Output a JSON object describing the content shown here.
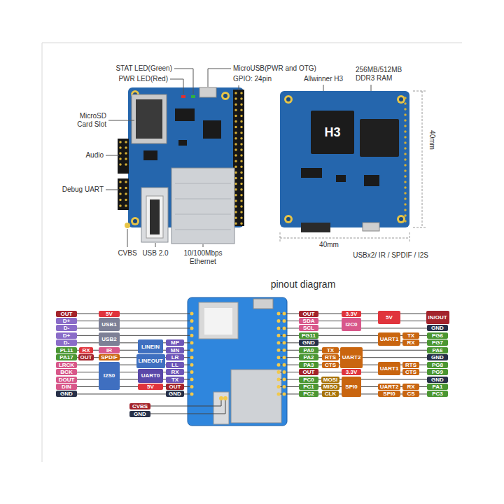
{
  "diagram": {
    "title": "pinout diagram",
    "nodes": [
      {
        "text": [
          "OUT"
        ]
      },
      {
        "text": [
          "5V"
        ]
      },
      {
        "text": [
          "D+"
        ]
      },
      {
        "text": [
          "USB1"
        ]
      },
      {
        "text": [
          "D-"
        ]
      },
      {
        "text": [
          "D+"
        ]
      },
      {
        "text": [
          "USB2"
        ]
      },
      {
        "text": [
          "D-"
        ]
      },
      {
        "text": [
          "PL11"
        ]
      },
      {
        "text": [
          "RX"
        ]
      },
      {
        "text": [
          "IR"
        ]
      },
      {
        "text": [
          "PA17"
        ]
      },
      {
        "text": [
          "OUT"
        ]
      },
      {
        "text": [
          "SPDIF"
        ]
      },
      {
        "text": [
          "LRCK"
        ]
      },
      {
        "text": [
          "I2S0"
        ]
      },
      {
        "text": [
          "BCK"
        ]
      },
      {
        "text": [
          "DOUT"
        ]
      },
      {
        "text": [
          "DIN"
        ]
      },
      {
        "text": [
          "GND"
        ]
      },
      {
        "text": [
          "LINEIN"
        ]
      },
      {
        "text": [
          "MP"
        ]
      },
      {
        "text": [
          "MN"
        ]
      },
      {
        "text": [
          "LINEOUT"
        ]
      },
      {
        "text": [
          "LR"
        ]
      },
      {
        "text": [
          "LL"
        ]
      },
      {
        "text": [
          "UART0"
        ]
      },
      {
        "text": [
          "RX"
        ]
      },
      {
        "text": [
          "TX"
        ]
      },
      {
        "text": [
          "5V"
        ]
      },
      {
        "text": [
          "OUT"
        ]
      },
      {
        "text": [
          "GND"
        ]
      },
      {
        "text": [
          "OUT"
        ]
      },
      {
        "text": [
          "3.3V"
        ]
      },
      {
        "text": [
          "5V"
        ]
      },
      {
        "text": [
          "IN/OUT"
        ]
      },
      {
        "text": [
          "SDA"
        ]
      },
      {
        "text": [
          "I2C0"
        ]
      },
      {
        "text": [
          "SCL"
        ]
      },
      {
        "text": [
          "GND"
        ]
      },
      {
        "text": [
          "PG11"
        ]
      },
      {
        "text": [
          "UART1"
        ]
      },
      {
        "text": [
          "TX"
        ]
      },
      {
        "text": [
          "PG6"
        ]
      },
      {
        "text": [
          "GND"
        ]
      },
      {
        "text": [
          "RX"
        ]
      },
      {
        "text": [
          "PG7"
        ]
      },
      {
        "text": [
          "PA0"
        ]
      },
      {
        "text": [
          "TX"
        ]
      },
      {
        "text": [
          "UART2"
        ]
      },
      {
        "text": [
          "PA6"
        ]
      },
      {
        "text": [
          "PA2"
        ]
      },
      {
        "text": [
          "RTS"
        ]
      },
      {
        "text": [
          "GND"
        ]
      },
      {
        "text": [
          "PA3"
        ]
      },
      {
        "text": [
          "CTS"
        ]
      },
      {
        "text": [
          "UART1"
        ]
      },
      {
        "text": [
          "RTS"
        ]
      },
      {
        "text": [
          "PG8"
        ]
      },
      {
        "text": [
          "OUT"
        ]
      },
      {
        "text": [
          "3.3V"
        ]
      },
      {
        "text": [
          "CTS"
        ]
      },
      {
        "text": [
          "PG9"
        ]
      },
      {
        "text": [
          "PC0"
        ]
      },
      {
        "text": [
          "MOSI"
        ]
      },
      {
        "text": [
          "SPI0"
        ]
      },
      {
        "text": [
          "GND"
        ]
      },
      {
        "text": [
          "PC1"
        ]
      },
      {
        "text": [
          "MISO"
        ]
      },
      {
        "text": [
          "UART2"
        ]
      },
      {
        "text": [
          "RX"
        ]
      },
      {
        "text": [
          "PA1"
        ]
      },
      {
        "text": [
          "PC2"
        ]
      },
      {
        "text": [
          "CLK"
        ]
      },
      {
        "text": [
          "SPI0"
        ]
      },
      {
        "text": [
          "CS"
        ]
      },
      {
        "text": [
          "PC3"
        ]
      },
      {
        "text": [
          "CVBS"
        ]
      },
      {
        "text": [
          "GND"
        ]
      }
    ],
    "labels": [
      "STAT LED(Green)",
      "PWR LED(Red)",
      "MicroUSB(PWR and OTG)",
      "GPIO: 24pin",
      "MicroSD Card Slot",
      "Audio",
      "Debug UART",
      "CVBS",
      "USB 2.0",
      "10/100Mbps Ethernet",
      "Allwinner H3",
      "256MB/512MB DDR3 RAM",
      "40mm",
      "40mm",
      "USBx2/ IR / SPDIF / I2S",
      "H3"
    ]
  }
}
